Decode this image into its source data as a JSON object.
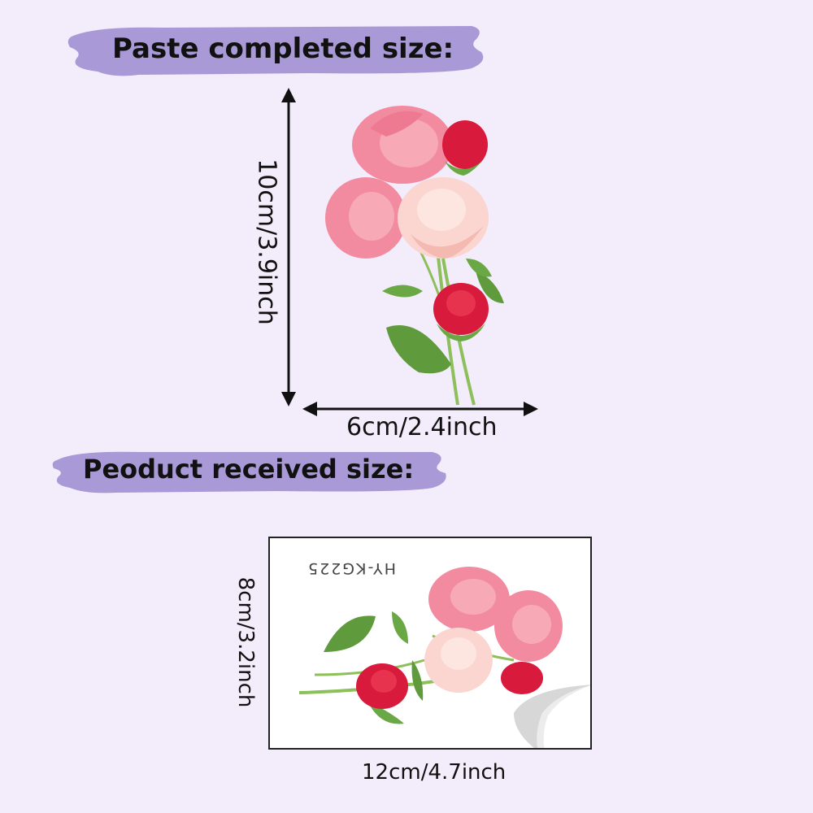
{
  "banners": {
    "top": "Paste completed size:",
    "bottom": "Peoduct received size:"
  },
  "completed": {
    "height_label": "10cm/3.9inch",
    "width_label": "6cm/2.4inch"
  },
  "received": {
    "height_label": "8cm/3.2inch",
    "width_label": "12cm/4.7inch",
    "product_code": "HY-KG225"
  },
  "colors": {
    "background": "#f3ecfb",
    "banner": "#a999d6",
    "rose_pink": "#f28aa0",
    "rose_red": "#d81a3c",
    "rose_cream": "#fbd5d0",
    "leaf": "#5f9a3c"
  }
}
